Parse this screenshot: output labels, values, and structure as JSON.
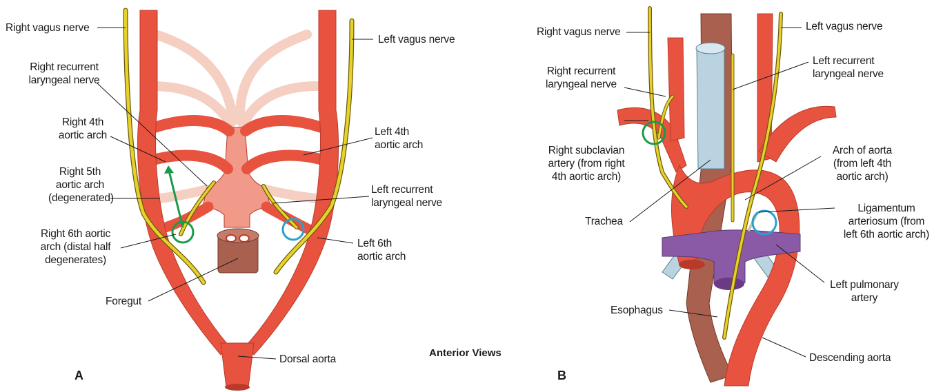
{
  "colors": {
    "artery": "#e8533f",
    "artery_dark": "#b83a2b",
    "degenerated": "#f4cfc2",
    "nerve": "#e8d22a",
    "nerve_outline": "#6b5a10",
    "trachea": "#b9d3e0",
    "esophagus": "#a9604e",
    "pulmonary": "#8a5aa6",
    "green_marker": "#1a9a4a",
    "blue_marker": "#2a9fd0"
  },
  "panel_a": {
    "letter": "A",
    "labels": {
      "right_vagus": "Right vagus nerve",
      "left_vagus": "Left vagus nerve",
      "right_recurrent": "Right recurrent\nlaryngeal nerve",
      "right_4th": "Right 4th\naortic arch",
      "left_4th": "Left 4th\naortic arch",
      "right_5th": "Right 5th\naortic arch\n(degenerated)",
      "left_recurrent": "Left recurrent\nlaryngeal nerve",
      "right_6th": "Right 6th aortic\narch (distal half\ndegenerates)",
      "left_6th": "Left 6th\naortic arch",
      "foregut": "Foregut",
      "dorsal_aorta": "Dorsal aorta"
    }
  },
  "caption": "Anterior Views",
  "panel_b": {
    "letter": "B",
    "labels": {
      "right_vagus": "Right vagus nerve",
      "left_vagus": "Left vagus nerve",
      "right_recurrent": "Right recurrent\nlaryngeal nerve",
      "left_recurrent": "Left recurrent\nlaryngeal nerve",
      "right_subclavian": "Right subclavian\nartery (from right\n4th aortic arch)",
      "arch_aorta": "Arch of aorta\n(from left 4th\naortic arch)",
      "trachea": "Trachea",
      "ligamentum": "Ligamentum\narteriosum (from\nleft 6th aortic arch)",
      "left_pulmonary": "Left pulmonary\nartery",
      "esophagus": "Esophagus",
      "descending_aorta": "Descending aorta"
    }
  }
}
